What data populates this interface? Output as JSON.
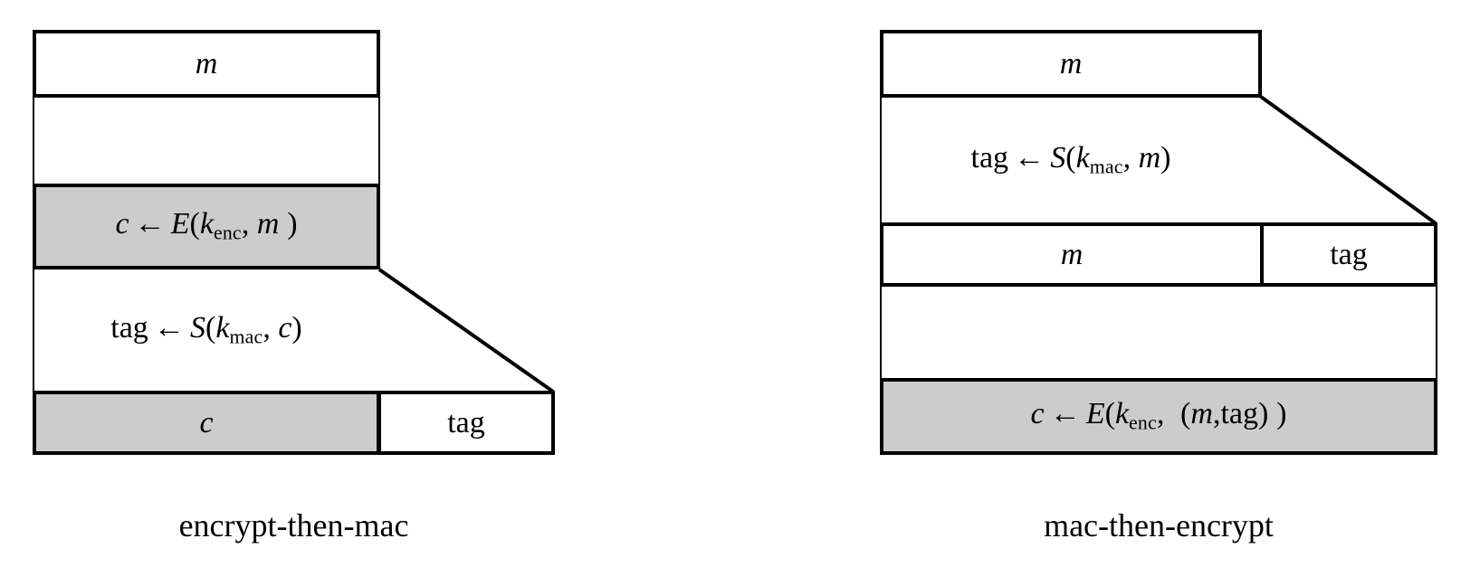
{
  "figure": {
    "background_color": "#ffffff",
    "line_color": "#000000",
    "shaded_fill": "#cccccc"
  },
  "panels": [
    {
      "id": "encrypt-then-mac",
      "caption": "encrypt-then-mac",
      "steps": [
        {
          "name": "plaintext-row",
          "kind": "row",
          "shaded": false,
          "cells": [
            {
              "name": "message-cell",
              "label_parts": {
                "var": "m"
              },
              "shaded": false
            }
          ]
        },
        {
          "name": "encrypt-step",
          "kind": "operation",
          "shaded": true,
          "expression": {
            "output": "c",
            "arrow": "←",
            "function": "E",
            "args": [
              "k",
              "m"
            ],
            "key_subscript": "enc",
            "rendered": "c ← E(k_enc, m )"
          }
        },
        {
          "name": "mac-step",
          "kind": "operation",
          "shaded": false,
          "expression": {
            "output": "tag",
            "arrow": "←",
            "function": "S",
            "args": [
              "k",
              "c"
            ],
            "key_subscript": "mac",
            "rendered": "tag ← S(k_mac, c)"
          }
        },
        {
          "name": "output-row",
          "kind": "row",
          "cells": [
            {
              "name": "ciphertext-cell",
              "label_parts": {
                "var": "c"
              },
              "shaded": true
            },
            {
              "name": "tag-cell",
              "label_parts": {
                "text": "tag"
              },
              "shaded": false
            }
          ]
        }
      ]
    },
    {
      "id": "mac-then-encrypt",
      "caption": "mac-then-encrypt",
      "steps": [
        {
          "name": "plaintext-row",
          "kind": "row",
          "shaded": false,
          "cells": [
            {
              "name": "message-cell",
              "label_parts": {
                "var": "m"
              },
              "shaded": false
            }
          ]
        },
        {
          "name": "mac-step",
          "kind": "operation",
          "shaded": false,
          "expression": {
            "output": "tag",
            "arrow": "←",
            "function": "S",
            "args": [
              "k",
              "m"
            ],
            "key_subscript": "mac",
            "rendered": "tag ← S(k_mac, m)"
          }
        },
        {
          "name": "message-tag-row",
          "kind": "row",
          "cells": [
            {
              "name": "message-cell",
              "label_parts": {
                "var": "m"
              },
              "shaded": false
            },
            {
              "name": "tag-cell",
              "label_parts": {
                "text": "tag"
              },
              "shaded": false
            }
          ]
        },
        {
          "name": "encrypt-step",
          "kind": "operation",
          "shaded": true,
          "expression": {
            "output": "c",
            "arrow": "←",
            "function": "E",
            "args": [
              "k",
              "(m, tag)"
            ],
            "key_subscript": "enc",
            "rendered": "c ← E(k_enc,  (m, tag) )"
          }
        }
      ]
    }
  ],
  "glyphs": {
    "left_arrow": "←",
    "comma": ",",
    "open_paren": "(",
    "close_paren": ")"
  },
  "symbols": {
    "message": "m",
    "ciphertext": "c",
    "tag": "tag",
    "key": "k",
    "enc_subscript": "enc",
    "mac_subscript": "mac",
    "encrypt_fn": "E",
    "sign_fn": "S"
  }
}
